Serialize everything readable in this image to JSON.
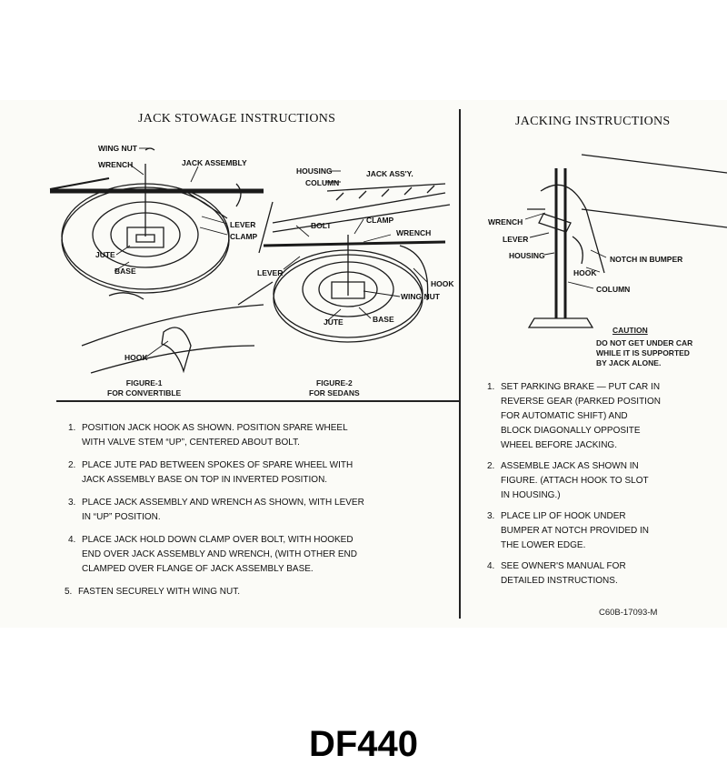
{
  "left_heading": "JACK STOWAGE INSTRUCTIONS",
  "right_heading": "JACKING INSTRUCTIONS",
  "figure1": {
    "labels": {
      "wing_nut": "WING NUT",
      "wrench": "WRENCH",
      "jack_assembly": "JACK ASSEMBLY",
      "lever": "LEVER",
      "clamp": "CLAMP",
      "jute": "JUTE",
      "base": "BASE",
      "hook": "HOOK"
    },
    "caption_line1": "FIGURE-1",
    "caption_line2": "FOR CONVERTIBLE"
  },
  "figure2": {
    "labels": {
      "housing": "HOUSING",
      "column": "COLUMN",
      "jack_assy": "JACK ASS'Y.",
      "bolt": "BOLT",
      "clamp": "CLAMP",
      "wrench": "WRENCH",
      "lever": "LEVER",
      "hook": "HOOK",
      "wing_nut": "WING NUT",
      "jute": "JUTE",
      "base": "BASE"
    },
    "caption_line1": "FIGURE-2",
    "caption_line2": "FOR SEDANS"
  },
  "jacking_figure": {
    "labels": {
      "wrench": "WRENCH",
      "lever": "LEVER",
      "housing": "HOUSING",
      "notch": "NOTCH IN BUMPER",
      "hook": "HOOK",
      "column": "COLUMN"
    }
  },
  "caution": {
    "title": "CAUTION",
    "line1": "DO NOT GET UNDER CAR",
    "line2": "WHILE IT IS SUPPORTED",
    "line3": "BY JACK ALONE."
  },
  "stowage_steps": [
    {
      "num": "1.",
      "lines": [
        "POSITION JACK HOOK AS SHOWN. POSITION SPARE WHEEL",
        "WITH VALVE STEM “UP”, CENTERED ABOUT BOLT."
      ]
    },
    {
      "num": "2.",
      "lines": [
        "PLACE JUTE PAD BETWEEN SPOKES OF SPARE WHEEL WITH",
        "JACK ASSEMBLY BASE ON TOP IN INVERTED POSITION."
      ]
    },
    {
      "num": "3.",
      "lines": [
        "PLACE JACK ASSEMBLY AND WRENCH AS SHOWN, WITH LEVER",
        "IN “UP” POSITION."
      ]
    },
    {
      "num": "4.",
      "lines": [
        "PLACE JACK HOLD DOWN CLAMP OVER BOLT, WITH HOOKED",
        "END OVER JACK ASSEMBLY AND WRENCH, (WITH OTHER END",
        "CLAMPED OVER FLANGE OF JACK ASSEMBLY BASE."
      ]
    },
    {
      "num": "5.",
      "lines": [
        "FASTEN SECURELY WITH WING NUT."
      ]
    }
  ],
  "jacking_steps": [
    {
      "num": "1.",
      "lines": [
        "SET PARKING BRAKE — PUT CAR IN",
        "REVERSE GEAR (PARKED POSITION",
        "FOR AUTOMATIC SHIFT) AND",
        "BLOCK DIAGONALLY OPPOSITE",
        "WHEEL BEFORE JACKING."
      ]
    },
    {
      "num": "2.",
      "lines": [
        "ASSEMBLE JACK AS SHOWN IN",
        "FIGURE. (ATTACH HOOK TO SLOT",
        "IN HOUSING.)"
      ]
    },
    {
      "num": "3.",
      "lines": [
        "PLACE LIP OF HOOK UNDER",
        "BUMPER AT NOTCH PROVIDED IN",
        "THE LOWER EDGE."
      ]
    },
    {
      "num": "4.",
      "lines": [
        "SEE OWNER'S MANUAL FOR",
        "DETAILED INSTRUCTIONS."
      ]
    }
  ],
  "part_number": "C60B-17093-M",
  "product_code": "DF440"
}
